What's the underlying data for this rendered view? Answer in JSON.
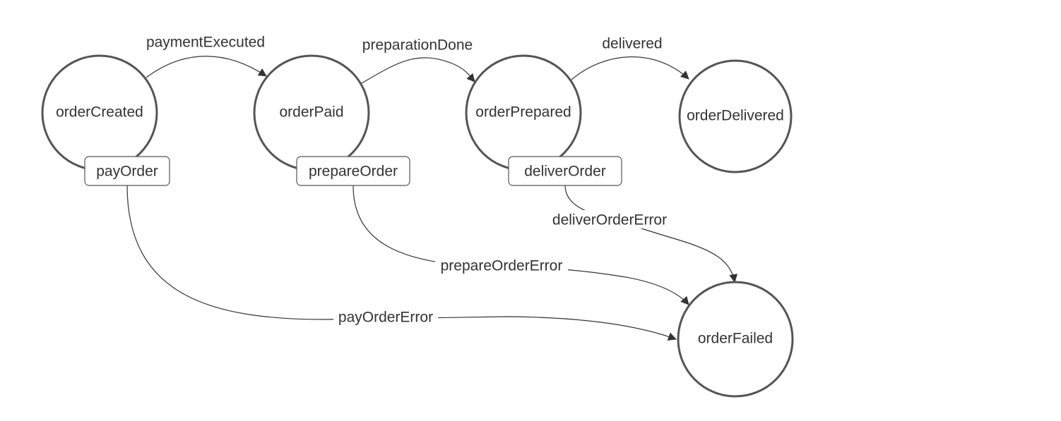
{
  "states": {
    "order_created": "orderCreated",
    "order_paid": "orderPaid",
    "order_prepared": "orderPrepared",
    "order_delivered": "orderDelivered",
    "order_failed": "orderFailed"
  },
  "actions": {
    "pay_order": "payOrder",
    "prepare_order": "prepareOrder",
    "deliver_order": "deliverOrder"
  },
  "transitions": {
    "payment_executed": "paymentExecuted",
    "preparation_done": "preparationDone",
    "delivered": "delivered",
    "deliver_order_error": "deliverOrderError",
    "prepare_order_error": "prepareOrderError",
    "pay_order_error": "payOrderError"
  },
  "colors": {
    "stroke": "#555555",
    "text": "#333333",
    "background": "#ffffff"
  }
}
